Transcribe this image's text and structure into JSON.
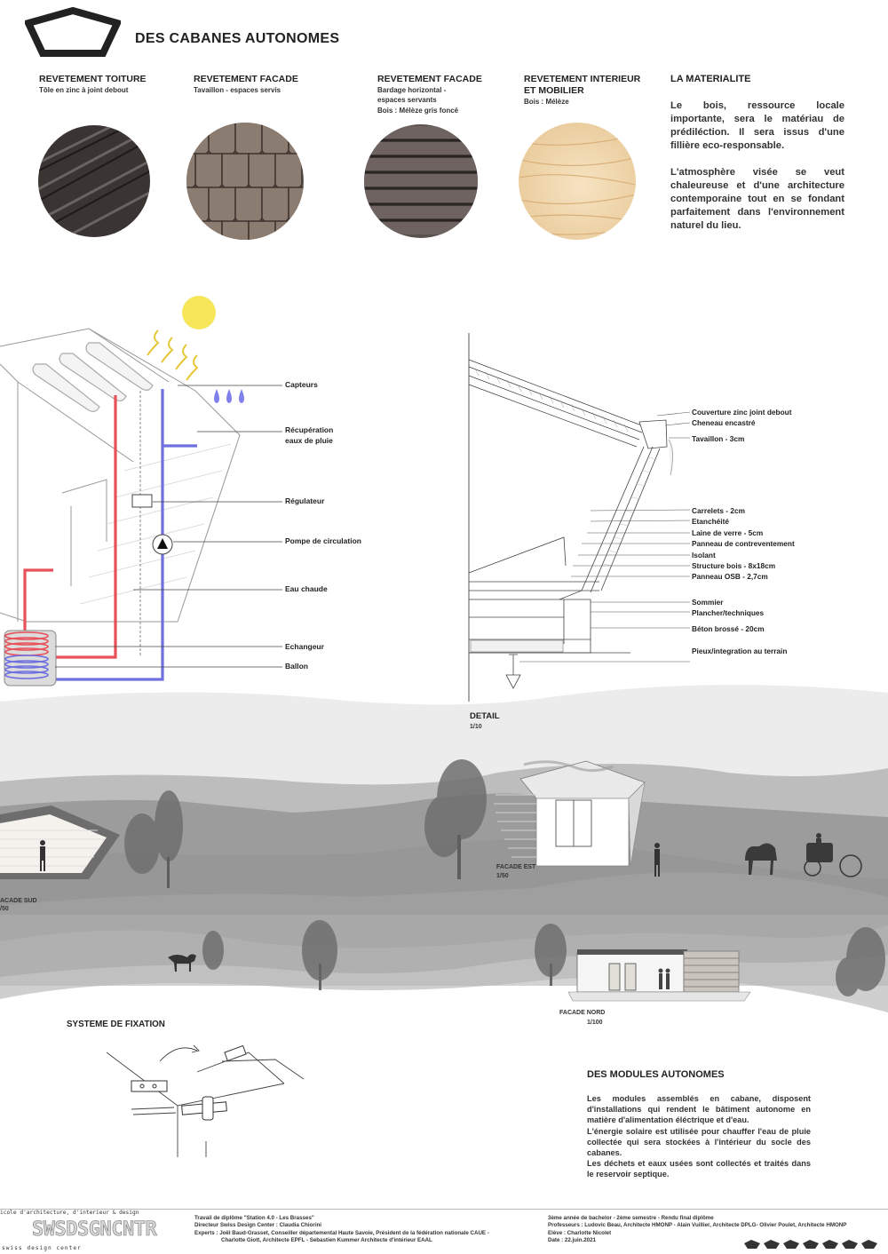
{
  "header": {
    "title": "DES CABANES AUTONOMES"
  },
  "materials": [
    {
      "title": "REVETEMENT TOITURE",
      "sub": [
        "Tôle en zinc à joint debout"
      ]
    },
    {
      "title": "REVETEMENT FACADE",
      "sub": [
        "Tavaillon - espaces servis"
      ]
    },
    {
      "title": "REVETEMENT FACADE",
      "sub": [
        "Bardage horizontal -",
        "espaces servants",
        "Bois : Mélèze gris foncé"
      ]
    },
    {
      "title_lines": [
        "REVETEMENT INTERIEUR",
        "ET MOBILIER"
      ],
      "sub": [
        "Bois : Mélèze"
      ]
    }
  ],
  "materialite": {
    "title": "LA MATERIALITE",
    "p1": "Le bois, ressource locale importante, sera le matériau de prédiléction. Il sera issus d'une fillière eco-responsable.",
    "p2": "L'atmosphère visée se veut chaleureuse et d'une architecture contemporaine tout en se fondant parfaitement dans l'environnement naturel du lieu."
  },
  "systeme_labels": [
    "Capteurs",
    "Récupération",
    "eaux de pluie",
    "Régulateur",
    "Pompe de circulation",
    "Eau chaude",
    "Echangeur",
    "Ballon"
  ],
  "detail_labels_top": [
    "Couverture zinc joint debout",
    "Cheneau encastré",
    "Tavaillon - 3cm"
  ],
  "detail_labels_mid": [
    "Carrelets - 2cm",
    "Etanchéité",
    "Laine de verre - 5cm",
    "Panneau de contreventement",
    "Isolant",
    "Structure bois - 8x18cm",
    "Panneau OSB - 2,7cm"
  ],
  "detail_labels_low": [
    "Sommier",
    "Plancher/techniques",
    "Béton brossé - 20cm",
    "Pieux/integration au terrain"
  ],
  "detail": {
    "title": "DETAIL",
    "scale": "1/10"
  },
  "facades": {
    "sud": {
      "title": "ACADE SUD",
      "scale": "/50"
    },
    "est": {
      "title": "FACADE EST",
      "scale": "1/50"
    },
    "nord": {
      "title": "FACADE NORD",
      "scale": "1/100"
    }
  },
  "fixation": {
    "title": "SYSTEME DE FIXATION"
  },
  "modules": {
    "title": "DES MODULES AUTONOMES",
    "p1": "Les modules assemblés en cabane, disposent d'installations qui rendent le bâtiment autonome en matière d'alimentation éléctrique et d'eau.",
    "p2": "L'énergie solaire est utilisée pour chauffer l'eau de pluie collectée qui sera stockées à l'intérieur du socle des cabanes.",
    "p3": "Les déchets et eaux usées sont collectés et traités dans le reservoir septique."
  },
  "footer": {
    "school_line": "icole d'architecture, d'interieur & design",
    "logo": "SWSDSGNCNTR",
    "logo_sub": "swiss design center",
    "mid": [
      "Travail de diplôme \"Station 4.0 - Les Brasses\"",
      "Directeur Swiss Design Center : Claudia Chiorini",
      "Experts : Joël Baud-Grasset, Conseiller départemental Haute Savoie, Président de la fédération nationale CAUE -",
      "Charlotte Giott, Architecte EPFL - Sebastien Kummer Architecte d'intérieur EAAL"
    ],
    "right": [
      "3ème année de bachelor - 2ème semestre - Rendu final diplôme",
      "Professeurs : Ludovic Beau, Architecte HMONP - Alain Vuillier, Architecte DPLG- Olivier Poulet, Architecte HMONP",
      "Elève : Charlotte Nicolet",
      "Date : 22.juin.2021"
    ]
  },
  "colors": {
    "hot": "#e8505a",
    "cold": "#6f6fe0",
    "sun": "#f7e65a",
    "text": "#222222"
  }
}
